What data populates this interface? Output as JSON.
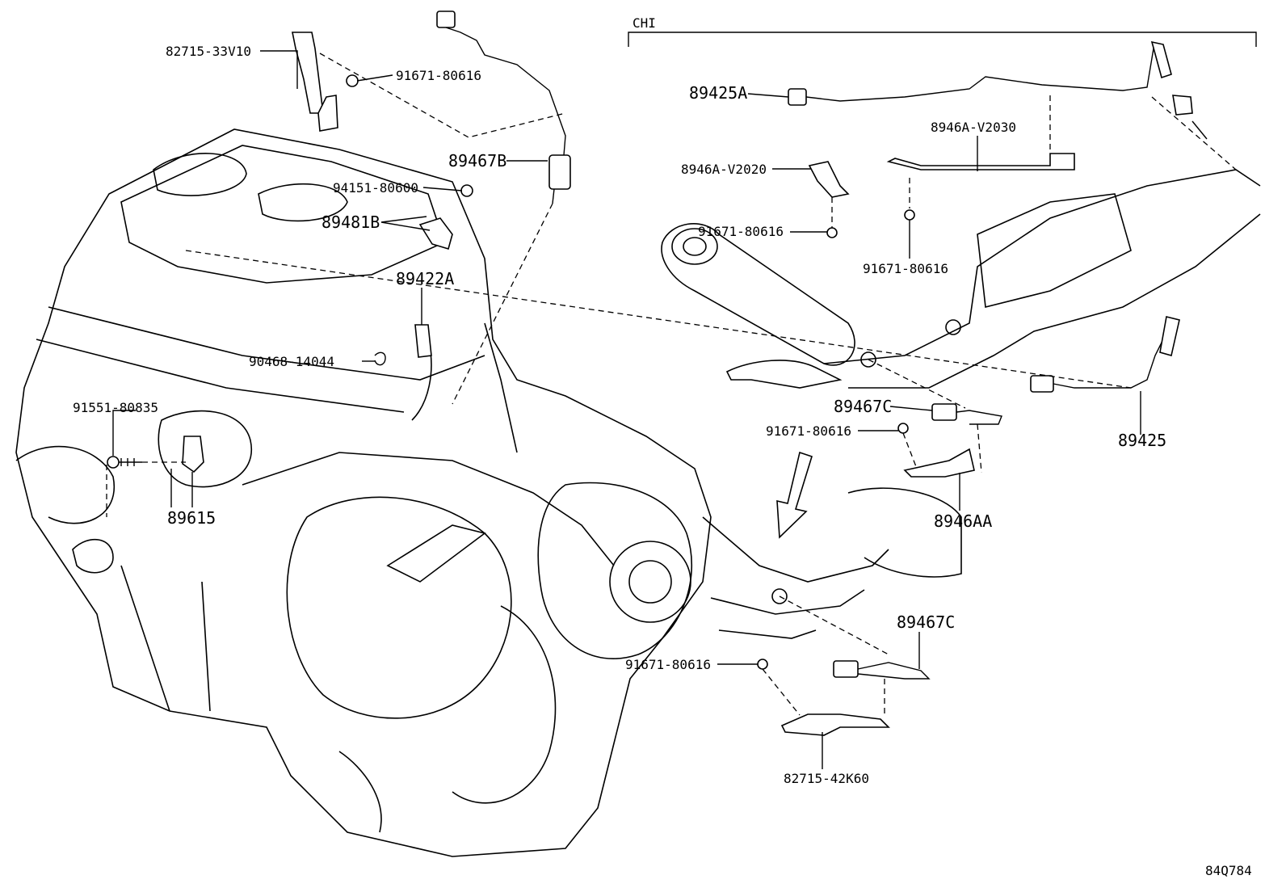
{
  "diagram": {
    "region_tag": "CHI",
    "diagram_code": "84Q784",
    "labels": {
      "l_82715_33v10": "82715-33V10",
      "l_91671_a": "91671-80616",
      "l_89467b": "89467B",
      "l_94151": "94151-80600",
      "l_89481b": "89481B",
      "l_89422a": "89422A",
      "l_90468": "90468-14044",
      "l_91551": "91551-80835",
      "l_89615": "89615",
      "l_89425a": "89425A",
      "l_8946a_v2030": "8946A-V2030",
      "l_8946a_v2020": "8946A-V2020",
      "l_91671_b": "91671-80616",
      "l_91671_c": "91671-80616",
      "l_89467c_a": "89467C",
      "l_91671_d": "91671-80616",
      "l_89425": "89425",
      "l_8946aa": "8946AA",
      "l_89467c_b": "89467C",
      "l_91671_e": "91671-80616",
      "l_82715_42k60": "82715-42K60"
    }
  }
}
